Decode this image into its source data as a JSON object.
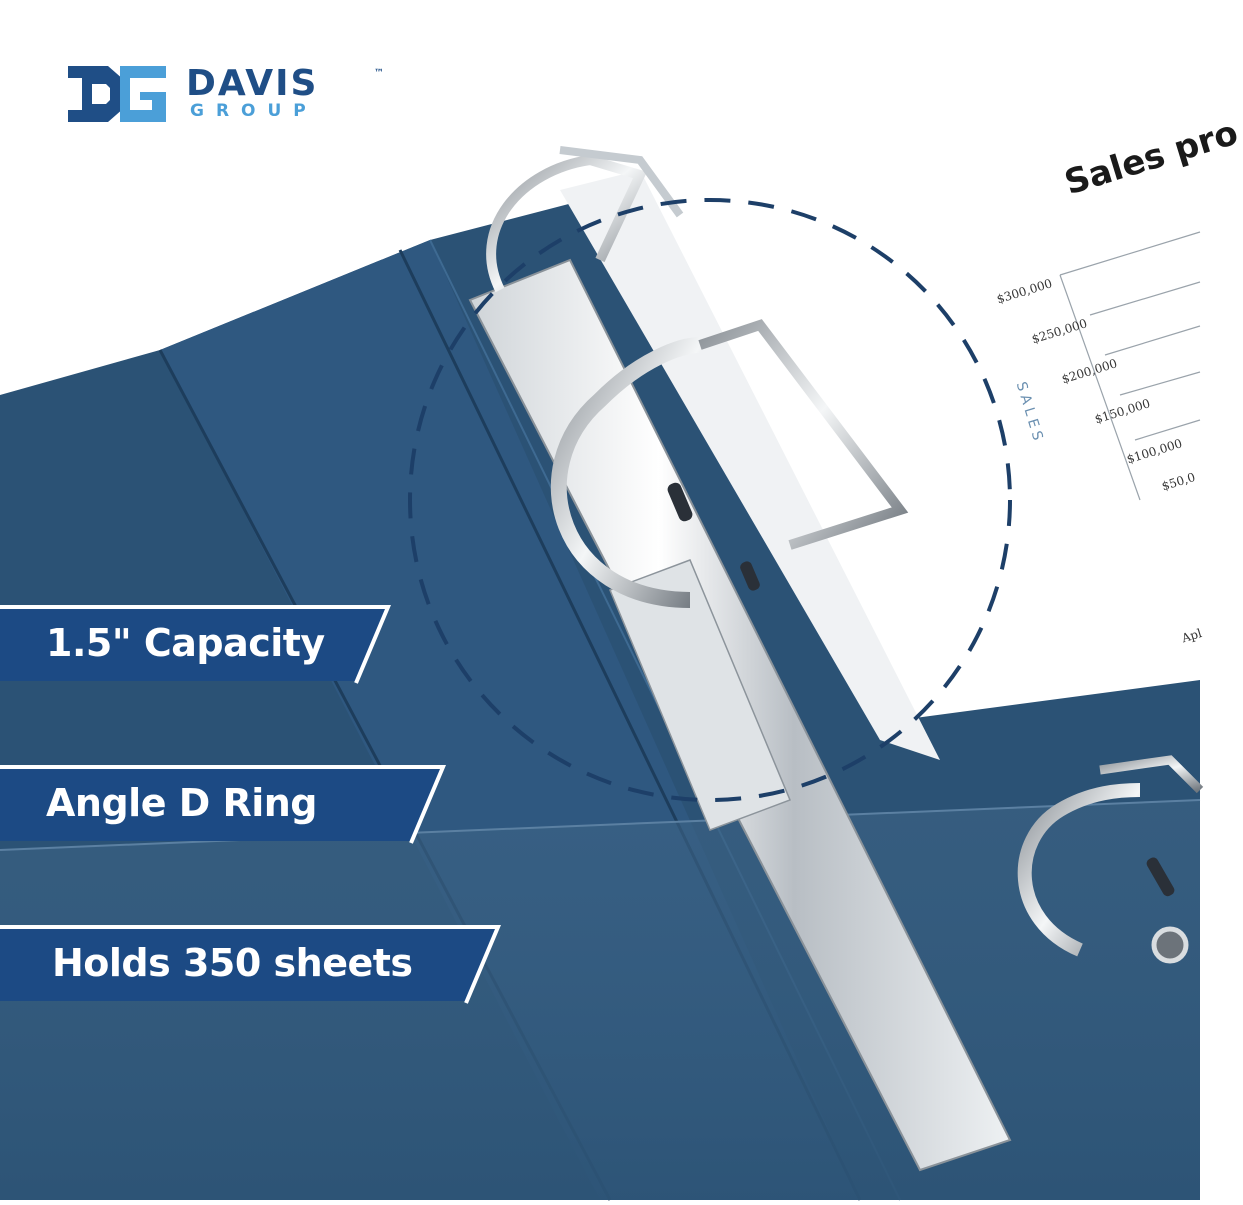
{
  "brand": {
    "logo_initials": "DG",
    "name": "DAVIS",
    "trademark": "™",
    "subname": "GROUP",
    "colors": {
      "dark_blue": "#1f4e86",
      "light_blue": "#4b9fd8"
    }
  },
  "features": [
    {
      "label": "1.5\" Capacity"
    },
    {
      "label": "Angle D Ring"
    },
    {
      "label": "Holds 350 sheets"
    }
  ],
  "document": {
    "title": "Sales pro",
    "axis_label": "SALES",
    "ticks": [
      "$300,000",
      "$250,000",
      "$200,000",
      "$150,000",
      "$100,000",
      "$50,0"
    ],
    "footer_text": "Apl"
  },
  "icons": {
    "ring": "d-ring-icon",
    "zoom": "dashed-zoom-circle-icon"
  },
  "colors": {
    "binder": "#2b5275",
    "binder_dark": "#1f4262",
    "feature_bg": "#1c4a84",
    "feature_border": "#ffffff",
    "dashes": "#1d3f68"
  }
}
